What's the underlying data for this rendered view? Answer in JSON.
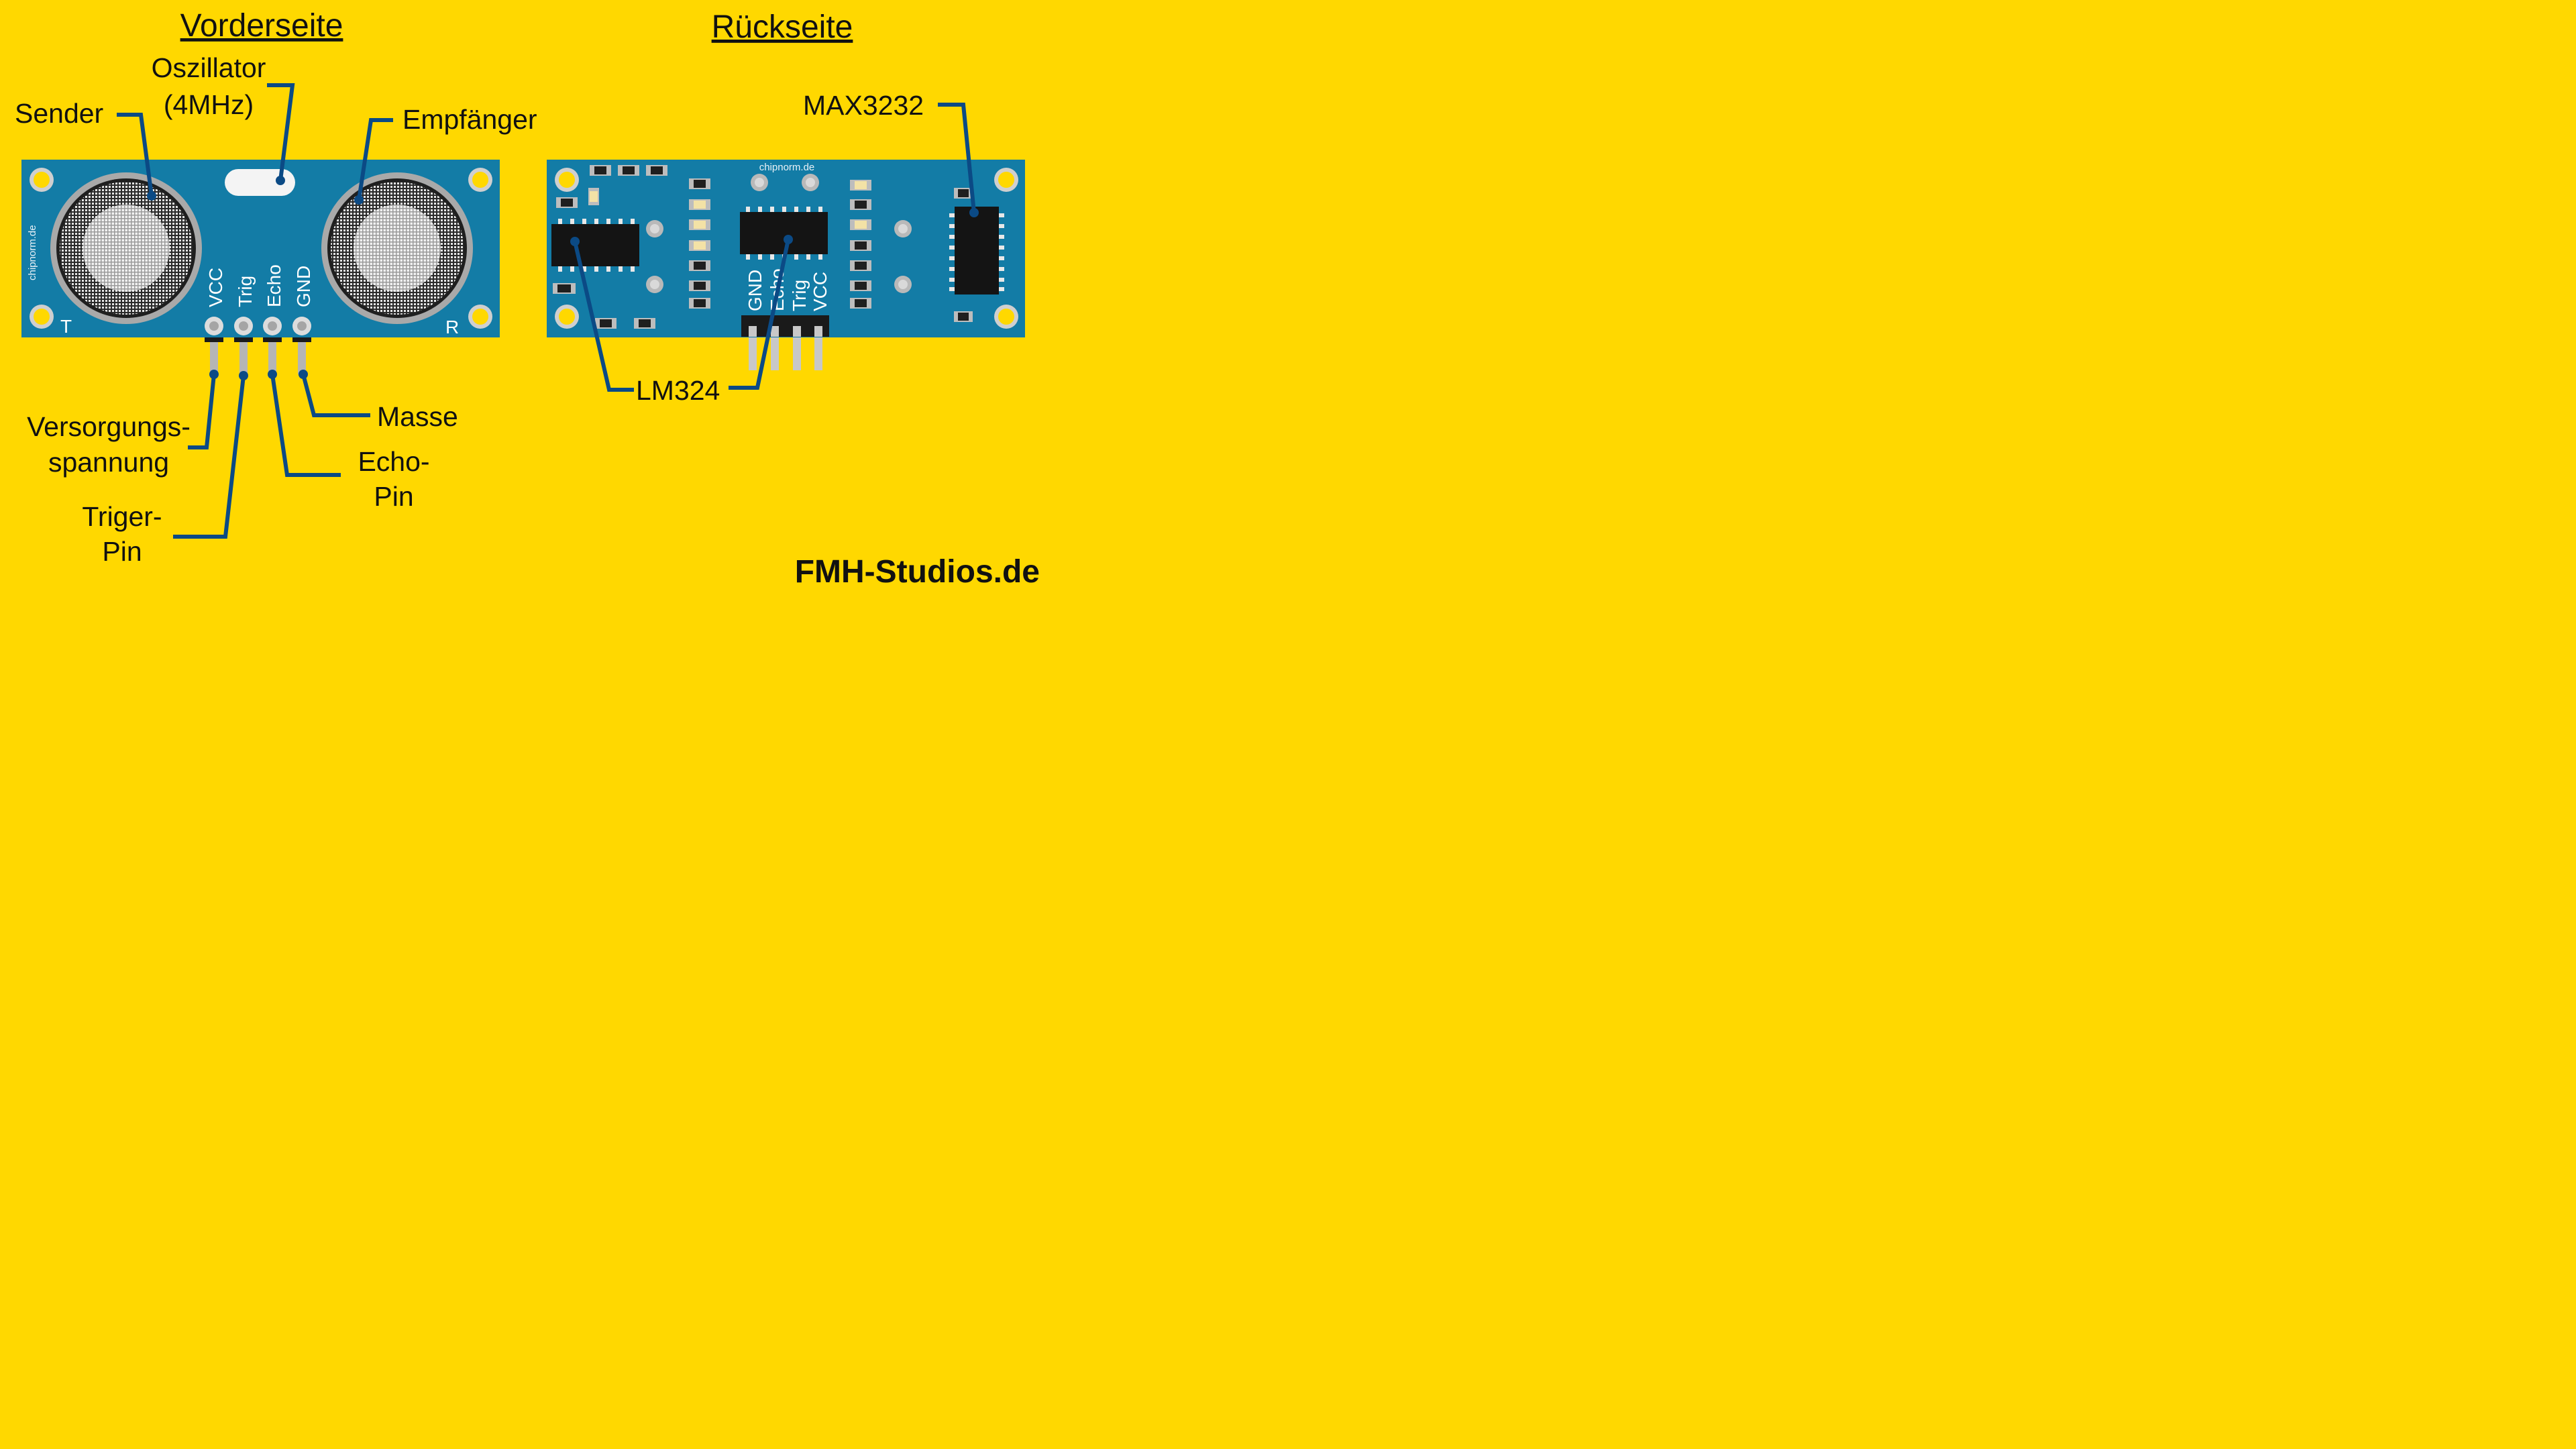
{
  "titles": {
    "front": "Vorderseite",
    "back": "Rückseite"
  },
  "front_labels": {
    "sender": "Sender",
    "oscillator_line1": "Oszillator",
    "oscillator_line2": "(4MHz)",
    "receiver": "Empfänger",
    "supply_line1": "Versorgungs-",
    "supply_line2": "spannung",
    "trigger_line1": "Triger-",
    "trigger_line2": "Pin",
    "echo_line1": "Echo-",
    "echo_line2": "Pin",
    "ground": "Masse"
  },
  "board_front": {
    "pins": [
      "VCC",
      "Trig",
      "Echo",
      "GND"
    ],
    "transmitter_mark": "T",
    "receiver_mark": "R",
    "silkscreen": "chipnorm.de"
  },
  "board_back": {
    "pins": [
      "GND",
      "Echo",
      "Trig",
      "VCC"
    ],
    "silkscreen": "chipnorm.de"
  },
  "back_labels": {
    "max": "MAX3232",
    "lm": "LM324"
  },
  "watermark": "FMH-Studios.de",
  "colors": {
    "background": "#FFD800",
    "pcb": "#137CA6",
    "leader": "#0b4a85"
  }
}
